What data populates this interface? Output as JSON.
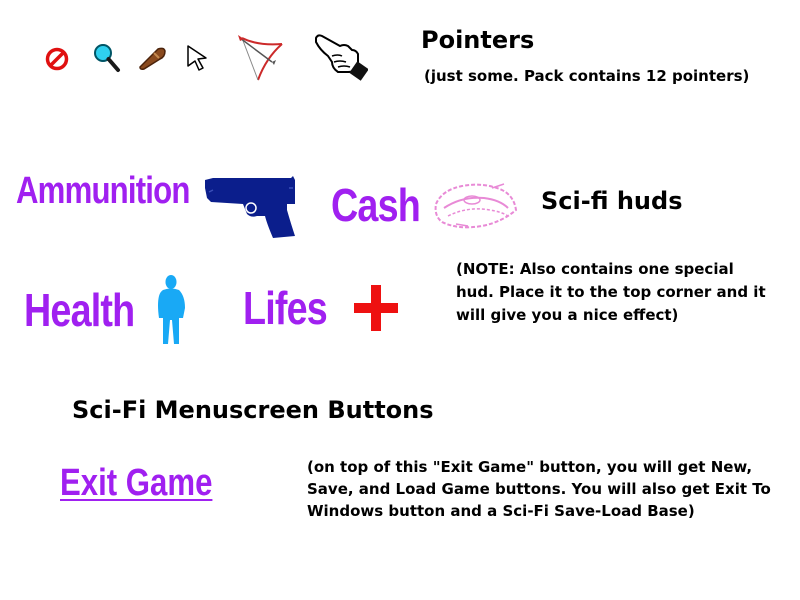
{
  "pointers": {
    "title": "Pointers",
    "subtitle": "(just some. Pack contains 12 pointers)",
    "icons": [
      "no-entry-icon",
      "magnifier-icon",
      "bullet-icon",
      "arrow-cursor-icon",
      "bow-arrow-icon",
      "pointing-hand-icon"
    ]
  },
  "huds": {
    "title": "Sci-fi huds",
    "ammunition_label": "Ammunition",
    "cash_label": "Cash",
    "health_label": "Health",
    "lifes_label": "Lifes",
    "note": "(NOTE: Also contains one special hud. Place it to the top corner and it will give you a nice effect)"
  },
  "menu": {
    "title": "Sci-Fi Menuscreen Buttons",
    "exit_button_label": "Exit Game",
    "note": "(on top of this \"Exit Game\" button, you will get New, Save, and Load Game buttons. You will also get Exit To Windows button and a Sci-Fi Save-Load Base)"
  },
  "colors": {
    "hud_purple": "#a020f0",
    "gun_navy": "#0b1e8c",
    "silhouette_blue": "#19a9f5",
    "cross_red": "#ee1111",
    "cash_pink": "#e88ad6"
  }
}
